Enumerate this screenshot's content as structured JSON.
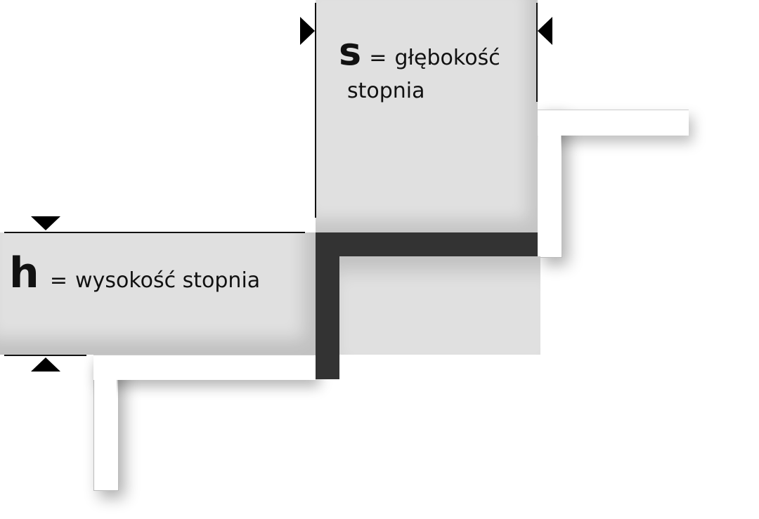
{
  "diagram": {
    "type": "stair-step-dimensions",
    "colors": {
      "step_fill": "#e0e0e0",
      "tread_riser_profile": "#333333",
      "background": "#ffffff",
      "dimension_lines": "#111111"
    },
    "depth_label": {
      "symbol": "s",
      "equals": "=",
      "line1": "głębokość",
      "line2": "stopnia"
    },
    "height_label": {
      "symbol": "h",
      "equals": "=",
      "text": "wysokość stopnia"
    },
    "icons": {
      "depth_arrow_left": "arrow-right-icon",
      "depth_arrow_right": "arrow-left-icon",
      "height_arrow_top": "arrow-down-icon",
      "height_arrow_bottom": "arrow-up-icon"
    }
  }
}
